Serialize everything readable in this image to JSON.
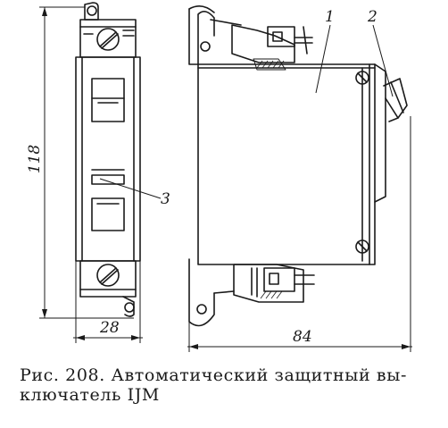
{
  "dimensions": {
    "height": "118",
    "width_front": "28",
    "width_side": "84"
  },
  "callouts": {
    "part_1": "1",
    "part_2": "2",
    "part_3": "3"
  },
  "caption": {
    "line1": "Рис. 208. Автоматический защитный вы-",
    "line2": "ключатель IJM"
  }
}
